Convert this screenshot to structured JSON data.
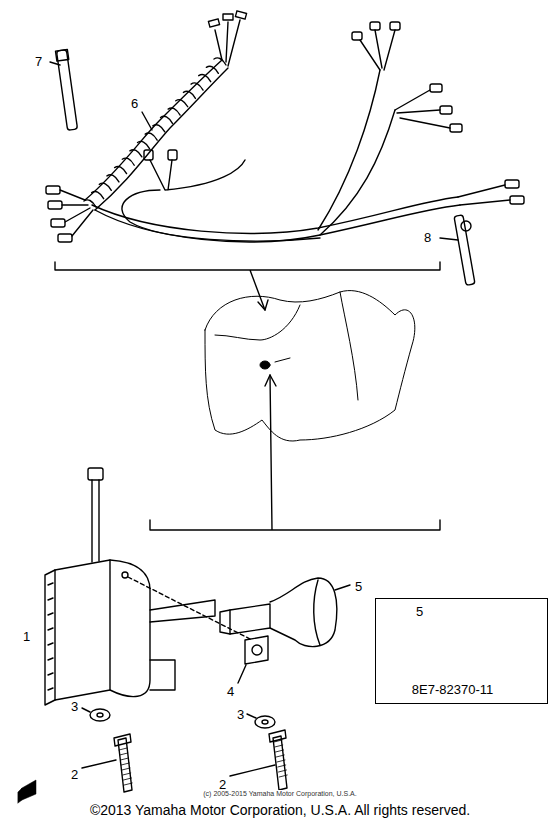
{
  "diagram": {
    "caption": "©2013 Yamaha Motor Corporation, U.S.A. All rights reserved.",
    "nodes": [
      {
        "text": [
          "5",
          "8E7-82370-11"
        ]
      }
    ],
    "labels": [
      "7",
      "6",
      "8",
      "5",
      "1",
      "4",
      "3",
      "2",
      "3",
      "2",
      "(c) 2005-2015 Yamaha Motor Corporation, U.S.A."
    ]
  }
}
